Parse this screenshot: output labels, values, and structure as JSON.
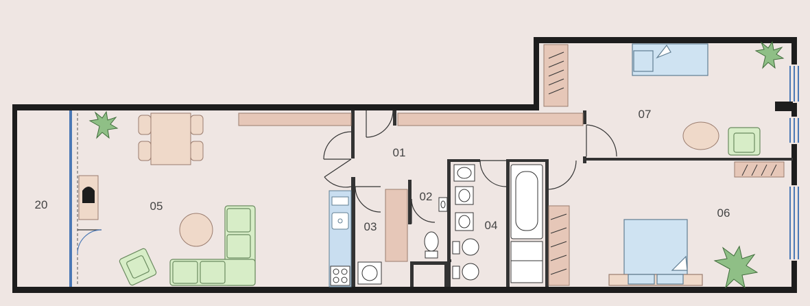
{
  "rooms": [
    {
      "id": "01",
      "label": "01"
    },
    {
      "id": "02",
      "label": "02"
    },
    {
      "id": "03",
      "label": "03"
    },
    {
      "id": "04",
      "label": "04"
    },
    {
      "id": "05",
      "label": "05"
    },
    {
      "id": "06",
      "label": "06"
    },
    {
      "id": "07",
      "label": "07"
    },
    {
      "id": "20",
      "label": "20"
    }
  ],
  "colors": {
    "background": "#efe6e3",
    "wall": "#1d1d1d",
    "wood": "#e6c7b8",
    "wood_outline": "#9a7c6e",
    "table": "#efd9c9",
    "sofa": "#d7edc7",
    "sofa_outline": "#6a8a5f",
    "bed": "#cfe3f2",
    "bed_outline": "#5f7d92",
    "kitchen": "#c9def0",
    "plant": "#8fbf86",
    "door_arc": "#333333",
    "window": "#4a78b5"
  },
  "icons": [
    "door-icon",
    "sofa-icon",
    "armchair-icon",
    "bed-icon",
    "plant-icon",
    "dining-table-icon",
    "round-table-icon",
    "bathtub-icon",
    "toilet-icon",
    "sink-icon",
    "stove-icon",
    "fireplace-icon",
    "washing-machine-icon",
    "wardrobe-icon"
  ]
}
